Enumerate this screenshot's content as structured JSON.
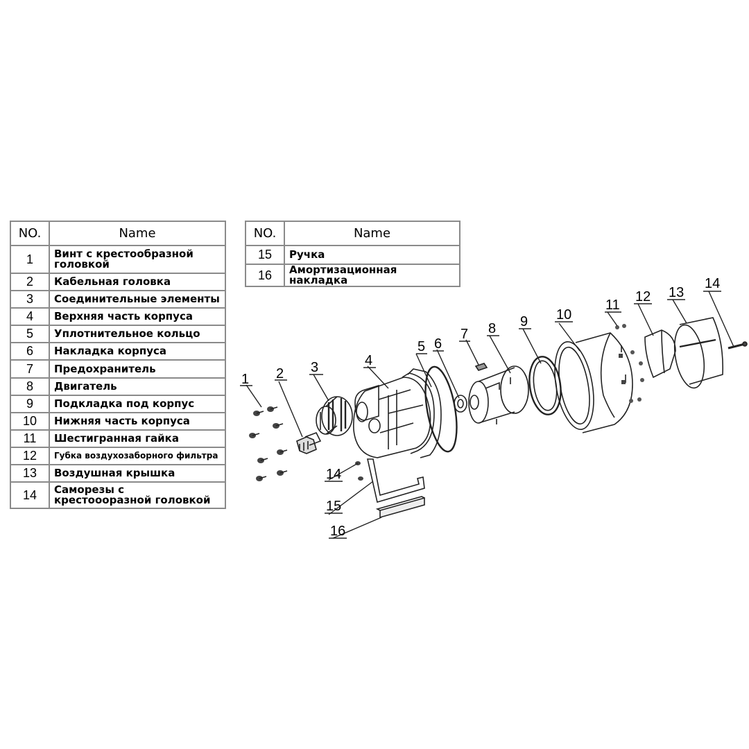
{
  "tables": [
    {
      "header": {
        "no": "NO.",
        "name": "Name"
      },
      "rows": [
        {
          "no": "1",
          "name": "Винт с крестообразной головкой"
        },
        {
          "no": "2",
          "name": "Кабельная головка"
        },
        {
          "no": "3",
          "name": "Соединительные элементы"
        },
        {
          "no": "4",
          "name": "Верхняя часть корпуса"
        },
        {
          "no": "5",
          "name": "Уплотнительное кольцо"
        },
        {
          "no": "6",
          "name": "Накладка корпуса"
        },
        {
          "no": "7",
          "name": "Предохранитель"
        },
        {
          "no": "8",
          "name": "Двигатель"
        },
        {
          "no": "9",
          "name": "Подкладка под корпус"
        },
        {
          "no": "10",
          "name": "Нижняя часть корпуса"
        },
        {
          "no": "11",
          "name": "Шестигранная гайка"
        },
        {
          "no": "12",
          "name": "Губка воздухозаборного фильтра"
        },
        {
          "no": "13",
          "name": "Воздушная крышка"
        },
        {
          "no": "14",
          "name": "Саморезы с крестоооразной головкой"
        }
      ]
    },
    {
      "header": {
        "no": "NO.",
        "name": "Name"
      },
      "rows": [
        {
          "no": "15",
          "name": "Ручка"
        },
        {
          "no": "16",
          "name": "Амортизационная накладка"
        }
      ]
    }
  ],
  "callouts": [
    "1",
    "2",
    "3",
    "4",
    "5",
    "6",
    "7",
    "8",
    "9",
    "10",
    "11",
    "12",
    "13",
    "14",
    "14",
    "15",
    "16"
  ]
}
